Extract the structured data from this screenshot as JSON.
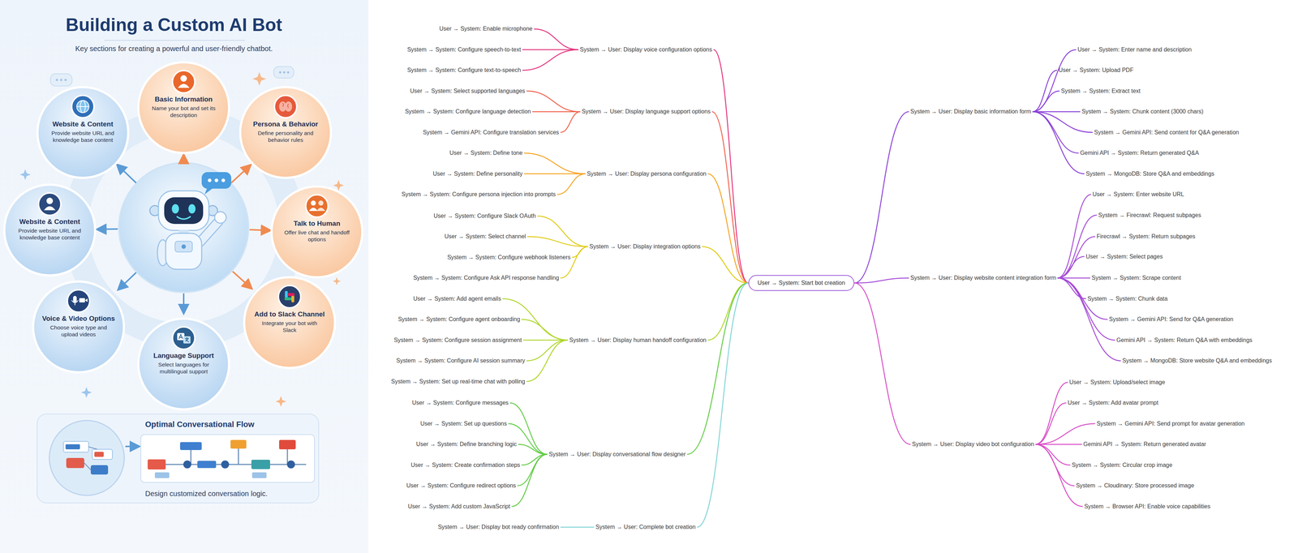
{
  "diagram": {
    "title": "Building a Custom AI Bot",
    "nodes": [
      {
        "text": [
          "Basic Information",
          "Name your bot and set its description"
        ]
      },
      {
        "text": [
          "Website & Content",
          "Provide website URL and knowledge base content"
        ]
      },
      {
        "text": [
          "Persona & Behavior",
          "Define personality and behavior rules"
        ]
      },
      {
        "text": [
          "Website & Content",
          "Provide website URL and knowledge base content"
        ]
      },
      {
        "text": [
          "Talk to Human",
          "Offer live chat and handoff options"
        ]
      },
      {
        "text": [
          "Voice & Video Options",
          "Choose voice type and upload videos"
        ]
      },
      {
        "text": [
          "Add to Slack Channel",
          "Integrate your bot with Slack"
        ]
      },
      {
        "text": [
          "Language Support",
          "Select languages for multilingual support"
        ]
      },
      {
        "text": [
          "Optimal Conversational Flow",
          "Design customized conversation logic."
        ]
      },
      {
        "text": [
          "User → System: Start bot creation"
        ]
      },
      {
        "text": [
          "System → User: Display voice configuration options"
        ]
      },
      {
        "text": [
          "User → System: Enable microphone"
        ]
      },
      {
        "text": [
          "System → System: Configure speech-to-text"
        ]
      },
      {
        "text": [
          "System → System: Configure text-to-speech"
        ]
      },
      {
        "text": [
          "System → User: Display language support options"
        ]
      },
      {
        "text": [
          "User → System: Select supported languages"
        ]
      },
      {
        "text": [
          "System → System: Configure language detection"
        ]
      },
      {
        "text": [
          "System → Gemini API: Configure translation services"
        ]
      },
      {
        "text": [
          "System → User: Display persona configuration"
        ]
      },
      {
        "text": [
          "User → System: Define tone"
        ]
      },
      {
        "text": [
          "User → System: Define personality"
        ]
      },
      {
        "text": [
          "System → System: Configure persona injection into prompts"
        ]
      },
      {
        "text": [
          "System → User: Display integration options"
        ]
      },
      {
        "text": [
          "User → System: Configure Slack OAuth"
        ]
      },
      {
        "text": [
          "User → System: Select channel"
        ]
      },
      {
        "text": [
          "System → System: Configure webhook listeners"
        ]
      },
      {
        "text": [
          "System → System: Configure Ask API response handling"
        ]
      },
      {
        "text": [
          "System → User: Display human handoff configuration"
        ]
      },
      {
        "text": [
          "User → System: Add agent emails"
        ]
      },
      {
        "text": [
          "System → System: Configure agent onboarding"
        ]
      },
      {
        "text": [
          "System → System: Configure session assignment"
        ]
      },
      {
        "text": [
          "System → System: Configure AI session summary"
        ]
      },
      {
        "text": [
          "System → System: Set up real-time chat with polling"
        ]
      },
      {
        "text": [
          "System → User: Display conversational flow designer"
        ]
      },
      {
        "text": [
          "User → System: Configure messages"
        ]
      },
      {
        "text": [
          "User → System: Set up questions"
        ]
      },
      {
        "text": [
          "User → System: Define branching logic"
        ]
      },
      {
        "text": [
          "User → System: Create confirmation steps"
        ]
      },
      {
        "text": [
          "User → System: Configure redirect options"
        ]
      },
      {
        "text": [
          "User → System: Add custom JavaScript"
        ]
      },
      {
        "text": [
          "System → User: Complete bot creation"
        ]
      },
      {
        "text": [
          "System → User: Display bot ready confirmation"
        ]
      },
      {
        "text": [
          "System → User: Display basic information form"
        ]
      },
      {
        "text": [
          "User → System: Enter name and description"
        ]
      },
      {
        "text": [
          "User → System: Upload PDF"
        ]
      },
      {
        "text": [
          "System → System: Extract text"
        ]
      },
      {
        "text": [
          "System → System: Chunk content (3000 chars)"
        ]
      },
      {
        "text": [
          "System → Gemini API: Send content for Q&A generation"
        ]
      },
      {
        "text": [
          "Gemini API → System: Return generated Q&A"
        ]
      },
      {
        "text": [
          "System → MongoDB: Store Q&A and embeddings"
        ]
      },
      {
        "text": [
          "System → User: Display website content integration form"
        ]
      },
      {
        "text": [
          "User → System: Enter website URL"
        ]
      },
      {
        "text": [
          "System → Firecrawl: Request subpages"
        ]
      },
      {
        "text": [
          "Firecrawl → System: Return subpages"
        ]
      },
      {
        "text": [
          "User → System: Select pages"
        ]
      },
      {
        "text": [
          "System → System: Scrape content"
        ]
      },
      {
        "text": [
          "System → System: Chunk data"
        ]
      },
      {
        "text": [
          "System → Gemini API: Send for Q&A generation"
        ]
      },
      {
        "text": [
          "Gemini API → System: Return Q&A with embeddings"
        ]
      },
      {
        "text": [
          "System → MongoDB: Store website Q&A and embeddings"
        ]
      },
      {
        "text": [
          "System → User: Display video bot configuration"
        ]
      },
      {
        "text": [
          "User → System: Upload/select image"
        ]
      },
      {
        "text": [
          "User → System: Add avatar prompt"
        ]
      },
      {
        "text": [
          "System → Gemini API: Send prompt for avatar generation"
        ]
      },
      {
        "text": [
          "Gemini API → System: Return generated avatar"
        ]
      },
      {
        "text": [
          "System → System: Circular crop image"
        ]
      },
      {
        "text": [
          "System → Cloudinary: Store processed image"
        ]
      },
      {
        "text": [
          "System → Browser API: Enable voice capabilities"
        ]
      }
    ],
    "edges": [
      {
        "from": 9,
        "to": 10,
        "arrow": "none"
      },
      {
        "from": 9,
        "to": 14,
        "arrow": "none"
      },
      {
        "from": 9,
        "to": 18,
        "arrow": "none"
      },
      {
        "from": 9,
        "to": 22,
        "arrow": "none"
      },
      {
        "from": 9,
        "to": 27,
        "arrow": "none"
      },
      {
        "from": 9,
        "to": 33,
        "arrow": "none"
      },
      {
        "from": 9,
        "to": 40,
        "arrow": "none"
      },
      {
        "from": 9,
        "to": 42,
        "arrow": "none"
      },
      {
        "from": 9,
        "to": 50,
        "arrow": "none"
      },
      {
        "from": 9,
        "to": 60,
        "arrow": "none"
      },
      {
        "from": 10,
        "to": 11,
        "arrow": "none"
      },
      {
        "from": 10,
        "to": 12,
        "arrow": "none"
      },
      {
        "from": 10,
        "to": 13,
        "arrow": "none"
      },
      {
        "from": 14,
        "to": 15,
        "arrow": "none"
      },
      {
        "from": 14,
        "to": 16,
        "arrow": "none"
      },
      {
        "from": 14,
        "to": 17,
        "arrow": "none"
      },
      {
        "from": 18,
        "to": 19,
        "arrow": "none"
      },
      {
        "from": 18,
        "to": 20,
        "arrow": "none"
      },
      {
        "from": 18,
        "to": 21,
        "arrow": "none"
      },
      {
        "from": 22,
        "to": 23,
        "arrow": "none"
      },
      {
        "from": 22,
        "to": 24,
        "arrow": "none"
      },
      {
        "from": 22,
        "to": 25,
        "arrow": "none"
      },
      {
        "from": 22,
        "to": 26,
        "arrow": "none"
      },
      {
        "from": 27,
        "to": 28,
        "arrow": "none"
      },
      {
        "from": 27,
        "to": 29,
        "arrow": "none"
      },
      {
        "from": 27,
        "to": 30,
        "arrow": "none"
      },
      {
        "from": 27,
        "to": 31,
        "arrow": "none"
      },
      {
        "from": 27,
        "to": 32,
        "arrow": "none"
      },
      {
        "from": 33,
        "to": 34,
        "arrow": "none"
      },
      {
        "from": 33,
        "to": 35,
        "arrow": "none"
      },
      {
        "from": 33,
        "to": 36,
        "arrow": "none"
      },
      {
        "from": 33,
        "to": 37,
        "arrow": "none"
      },
      {
        "from": 33,
        "to": 38,
        "arrow": "none"
      },
      {
        "from": 33,
        "to": 39,
        "arrow": "none"
      },
      {
        "from": 40,
        "to": 41,
        "arrow": "none"
      },
      {
        "from": 42,
        "to": 43,
        "arrow": "none"
      },
      {
        "from": 42,
        "to": 44,
        "arrow": "none"
      },
      {
        "from": 42,
        "to": 45,
        "arrow": "none"
      },
      {
        "from": 42,
        "to": 46,
        "arrow": "none"
      },
      {
        "from": 42,
        "to": 47,
        "arrow": "none"
      },
      {
        "from": 42,
        "to": 48,
        "arrow": "none"
      },
      {
        "from": 42,
        "to": 49,
        "arrow": "none"
      },
      {
        "from": 50,
        "to": 51,
        "arrow": "none"
      },
      {
        "from": 50,
        "to": 52,
        "arrow": "none"
      },
      {
        "from": 50,
        "to": 53,
        "arrow": "none"
      },
      {
        "from": 50,
        "to": 54,
        "arrow": "none"
      },
      {
        "from": 50,
        "to": 55,
        "arrow": "none"
      },
      {
        "from": 50,
        "to": 56,
        "arrow": "none"
      },
      {
        "from": 50,
        "to": 57,
        "arrow": "none"
      },
      {
        "from": 50,
        "to": 58,
        "arrow": "none"
      },
      {
        "from": 50,
        "to": 59,
        "arrow": "none"
      },
      {
        "from": 60,
        "to": 61,
        "arrow": "none"
      },
      {
        "from": 60,
        "to": 62,
        "arrow": "none"
      },
      {
        "from": 60,
        "to": 63,
        "arrow": "none"
      },
      {
        "from": 60,
        "to": 64,
        "arrow": "none"
      },
      {
        "from": 60,
        "to": 65,
        "arrow": "none"
      },
      {
        "from": 60,
        "to": 66,
        "arrow": "none"
      },
      {
        "from": 60,
        "to": 67,
        "arrow": "none"
      }
    ],
    "labels": [
      "Key sections for creating a powerful and user-friendly chatbot."
    ]
  }
}
